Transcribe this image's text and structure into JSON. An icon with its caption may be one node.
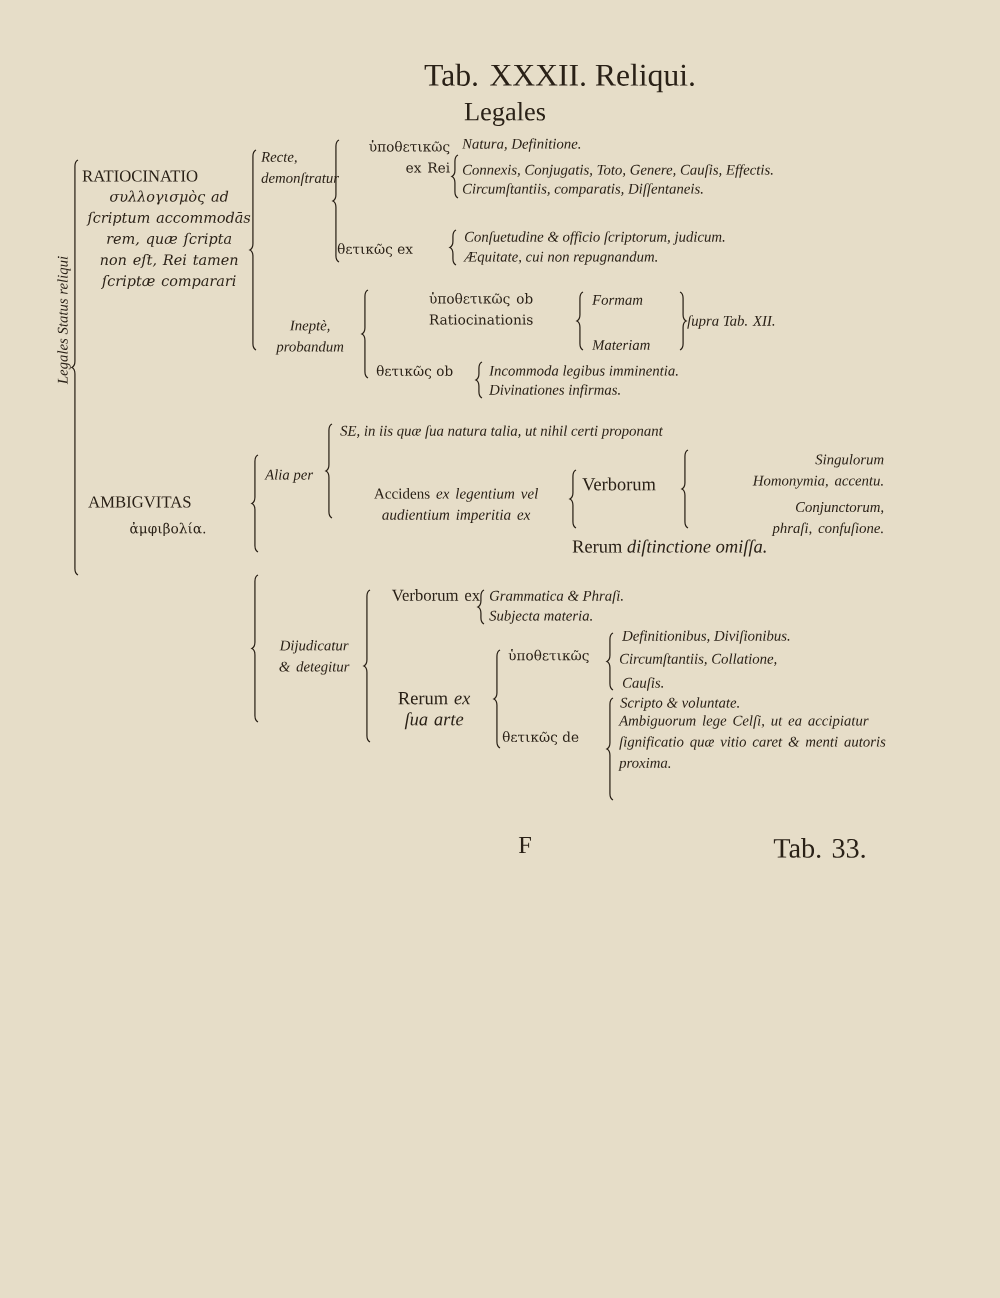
{
  "diagram": {
    "title": "Tab. XXXII. Reliqui.",
    "labels": [
      "Legales",
      "Legales Status reliqui",
      "RATIOCINATIO",
      "συλλογισμὸς ad ſcriptum accommodās rem, quæ ſcripta non eſt, Rei tamen ſcriptæ comparari",
      "Recte, demonſtratur",
      "ὑποθετικῶς ex Rei",
      "Natura, Definitione.",
      "Connexis, Conjugatis, Toto, Genere, Cauſis, Effectis.",
      "Circumſtantiis, comparatis, Diſſentaneis.",
      "θετικῶς ex",
      "Conſuetudine & officio ſcriptorum, judicum.",
      "Æquitate, cui non repugnandum.",
      "Ineptè, probandum",
      "ὑποθετικῶς ob Ratiocinationis",
      "Formam",
      "Materiam",
      "ſupra Tab. XII.",
      "θετικῶς ob",
      "Incommoda legibus imminentia.",
      "Divinationes infirmas.",
      "AMBIGVITAS",
      "ἀμφιβολία.",
      "Alia per",
      "SE, in iis quæ ſua natura talia, ut nihil certi proponant",
      "Accidens *ex legentium vel audientium imperitia ex*",
      "Verborum",
      "Singulorum Homonymia, accentu.",
      "Conjunctorum, phraſi, confuſione.",
      "Rerum *diſtinctione omiſſa.*",
      "Dijudicatur & detegitur",
      "Verborum ex",
      "Grammatica & Phraſi.",
      "Subjecta materia.",
      "Rerum *ex ſua arte*",
      "ὑποθετικῶς",
      "Definitionibus, Diviſionibus.",
      "Circumſtantiis, Collatione,",
      "Cauſis.",
      "θετικῶς de",
      "Scripto & voluntate.",
      "Ambiguorum lege Celſi, ut ea accipiatur ſignificatio quæ vitio caret & menti autoris proxima.",
      "F",
      "Tab. 33."
    ]
  }
}
